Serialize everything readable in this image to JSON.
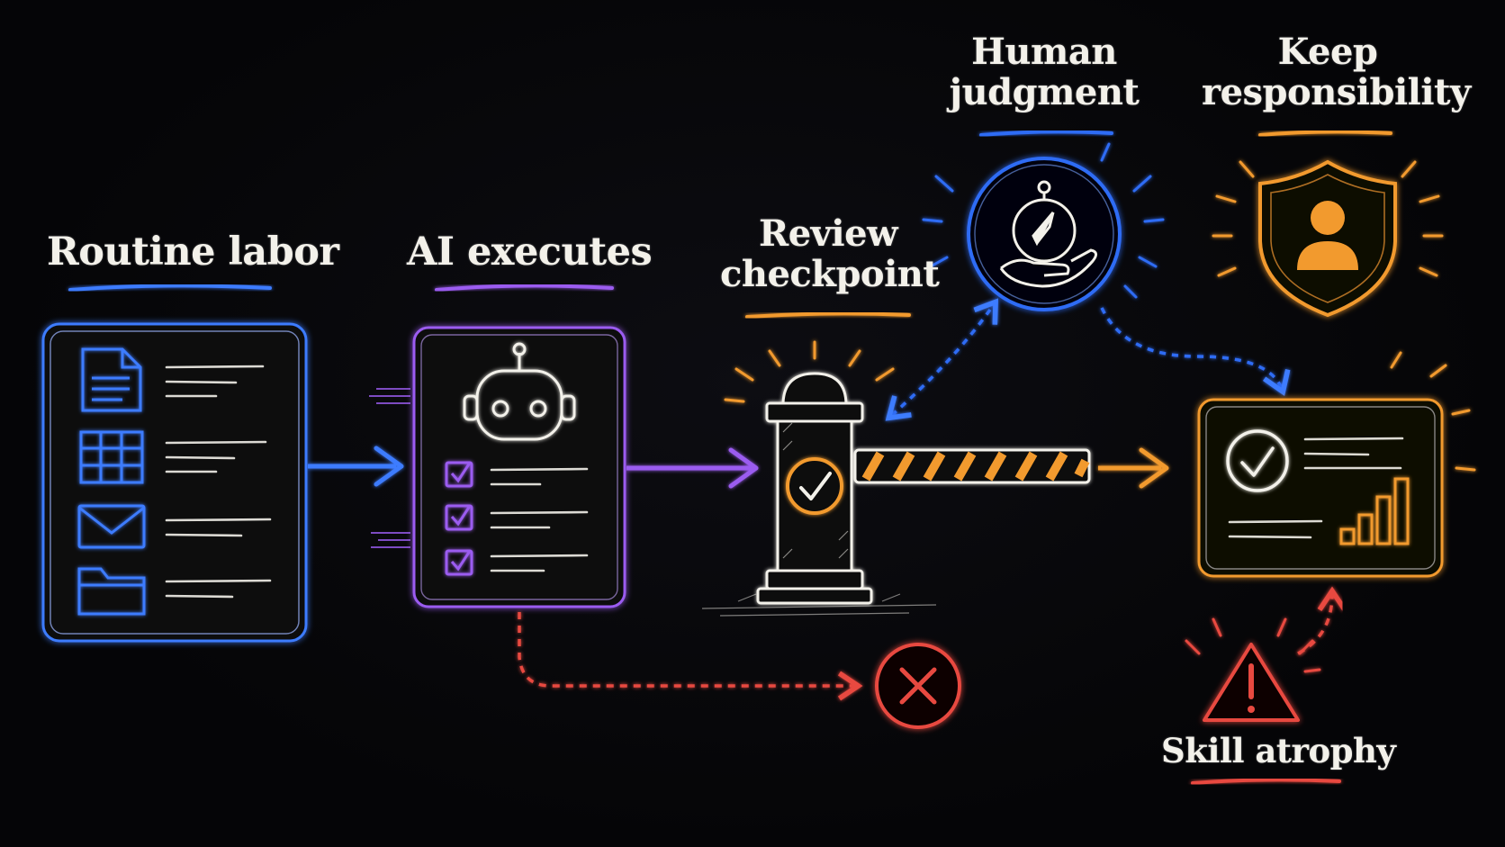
{
  "labels": {
    "routine_labor": "Routine labor",
    "ai_executes": "AI executes",
    "review_checkpoint_1": "Review",
    "review_checkpoint_2": "checkpoint",
    "human_judgment_1": "Human",
    "human_judgment_2": "judgment",
    "keep_responsibility_1": "Keep",
    "keep_responsibility_2": "responsibility",
    "skill_atrophy": "Skill atrophy"
  },
  "icons": {
    "routine_labor": [
      "document-icon",
      "grid-table-icon",
      "envelope-icon",
      "folder-icon"
    ],
    "ai_executes": [
      "robot-icon",
      "checkbox-icon"
    ],
    "review_checkpoint": [
      "barrier-gate-icon",
      "check-circle-icon"
    ],
    "human_judgment": "compass-hand-icon",
    "keep_responsibility": "shield-person-icon",
    "outcome": [
      "check-circle-icon",
      "bar-chart-icon"
    ],
    "failure": "x-circle-icon",
    "skill_atrophy": "warning-triangle-icon"
  },
  "colors": {
    "background": "#050507",
    "routine_labor": "#3d7bff",
    "ai_executes": "#9b5cf0",
    "review": "#f29a2e",
    "human_judgment": "#2f6cf5",
    "responsibility": "#f29a2e",
    "danger": "#e8483f",
    "ink": "#f3f1ea"
  }
}
